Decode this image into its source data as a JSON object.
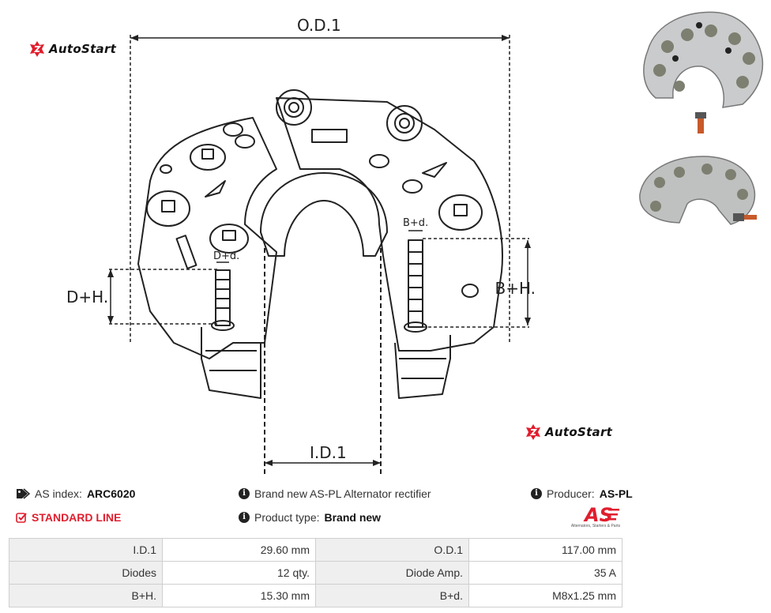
{
  "brand": {
    "name": "AutoStart"
  },
  "diagram": {
    "od_label": "O.D.1",
    "id_label": "I.D.1",
    "dh_label": "D+H.",
    "bh_label": "B+H.",
    "dd_label": "D+d.",
    "bd_label": "B+d."
  },
  "info": {
    "as_index_label": "AS index:",
    "as_index_value": "ARC6020",
    "standard_line": "STANDARD LINE",
    "brand_new_note": "Brand new AS-PL Alternator rectifier",
    "product_type_label": "Product type:",
    "product_type_value": "Brand new",
    "producer_label": "Producer:",
    "producer_value": "AS-PL"
  },
  "as_logo": {
    "mark": "AS",
    "tagline": "Alternators, Starters & Parts"
  },
  "specs": [
    {
      "label1": "I.D.1",
      "value1": "29.60 mm",
      "label2": "O.D.1",
      "value2": "117.00 mm"
    },
    {
      "label1": "Diodes",
      "value1": "12 qty.",
      "label2": "Diode Amp.",
      "value2": "35 A"
    },
    {
      "label1": "B+H.",
      "value1": "15.30 mm",
      "label2": "B+d.",
      "value2": "M8x1.25 mm"
    }
  ],
  "colors": {
    "accent_red": "#e01e2e",
    "table_label_bg": "#efefef",
    "table_border": "#cfcfcf"
  }
}
